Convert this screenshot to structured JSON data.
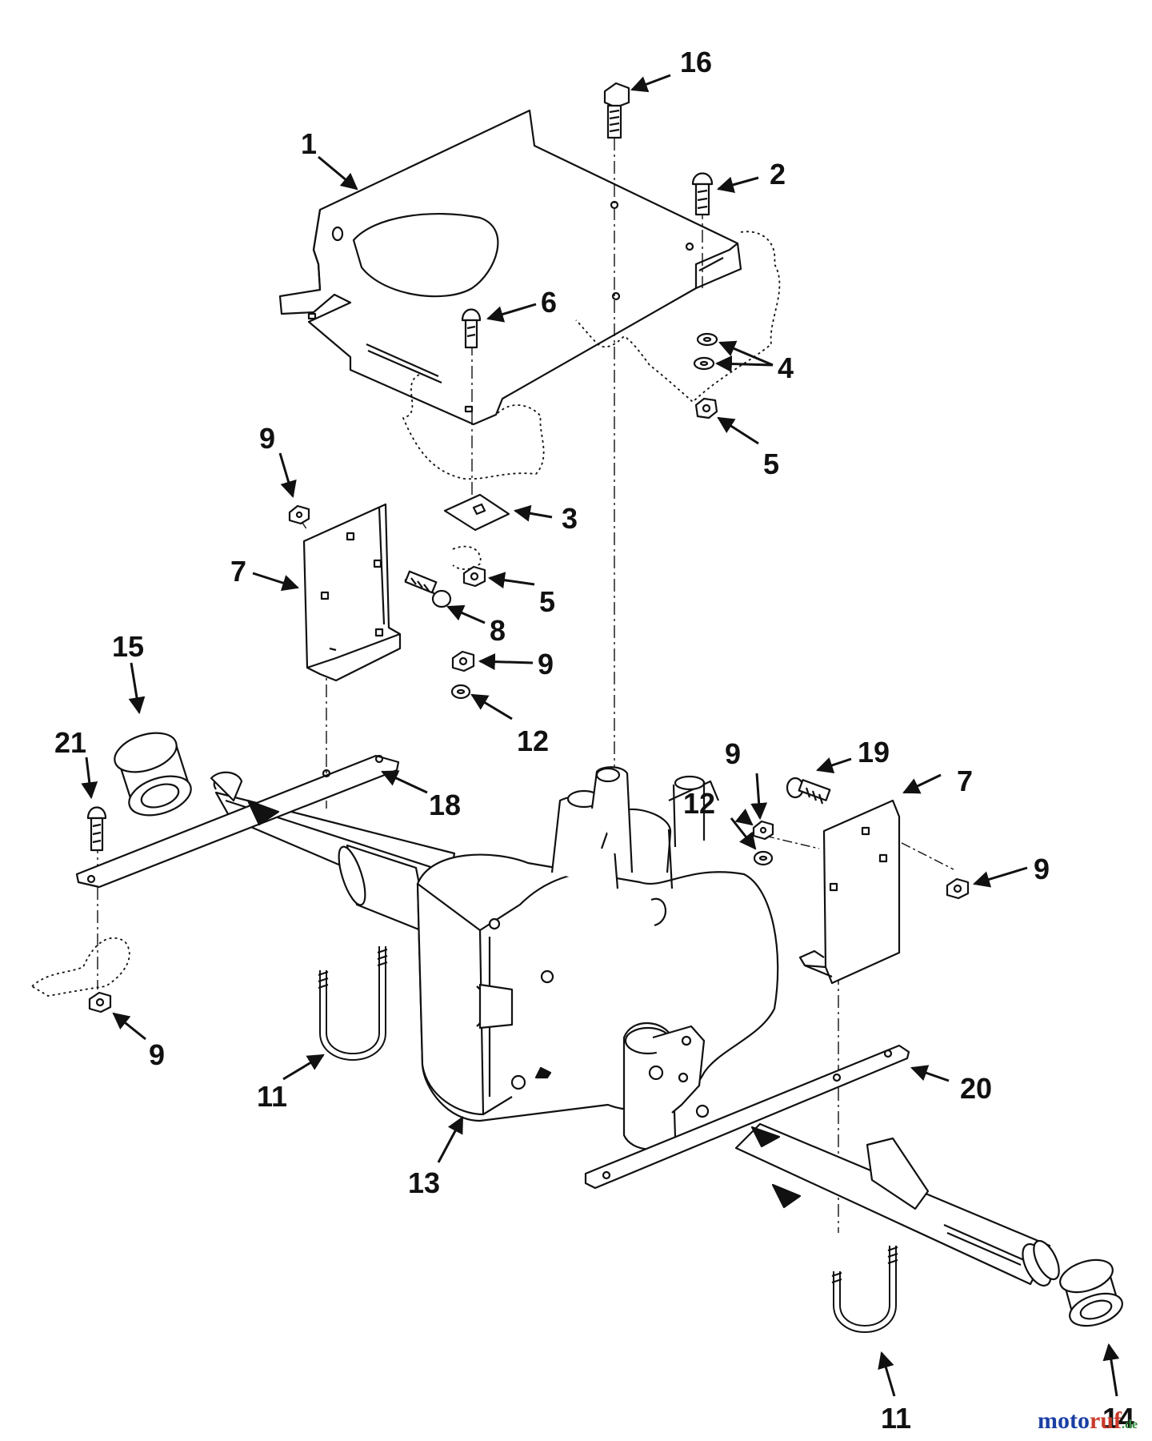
{
  "diagram": {
    "callouts": [
      {
        "id": "c16",
        "label": "16"
      },
      {
        "id": "c1",
        "label": "1"
      },
      {
        "id": "c2",
        "label": "2"
      },
      {
        "id": "c6",
        "label": "6"
      },
      {
        "id": "c4",
        "label": "4"
      },
      {
        "id": "c5a",
        "label": "5"
      },
      {
        "id": "c9a",
        "label": "9"
      },
      {
        "id": "c3",
        "label": "3"
      },
      {
        "id": "c7a",
        "label": "7"
      },
      {
        "id": "c5b",
        "label": "5"
      },
      {
        "id": "c8",
        "label": "8"
      },
      {
        "id": "c9b",
        "label": "9"
      },
      {
        "id": "c15",
        "label": "15"
      },
      {
        "id": "c12a",
        "label": "12"
      },
      {
        "id": "c21",
        "label": "21"
      },
      {
        "id": "c18",
        "label": "18"
      },
      {
        "id": "c9c",
        "label": "9"
      },
      {
        "id": "c19",
        "label": "19"
      },
      {
        "id": "c7b",
        "label": "7"
      },
      {
        "id": "c12b",
        "label": "12"
      },
      {
        "id": "c9d",
        "label": "9"
      },
      {
        "id": "c9e",
        "label": "9"
      },
      {
        "id": "c11a",
        "label": "11"
      },
      {
        "id": "c20",
        "label": "20"
      },
      {
        "id": "c13",
        "label": "13"
      },
      {
        "id": "c11b",
        "label": "11"
      },
      {
        "id": "c14",
        "label": "14"
      }
    ]
  },
  "watermark": {
    "left": "moto",
    "right": "ruf",
    "suffix": ".de"
  },
  "colors": {
    "ink": "#111111",
    "paper": "#ffffff",
    "brand_blue": "#1a3fa3",
    "brand_red": "#c93a2a",
    "brand_green": "#2e8a3a"
  }
}
